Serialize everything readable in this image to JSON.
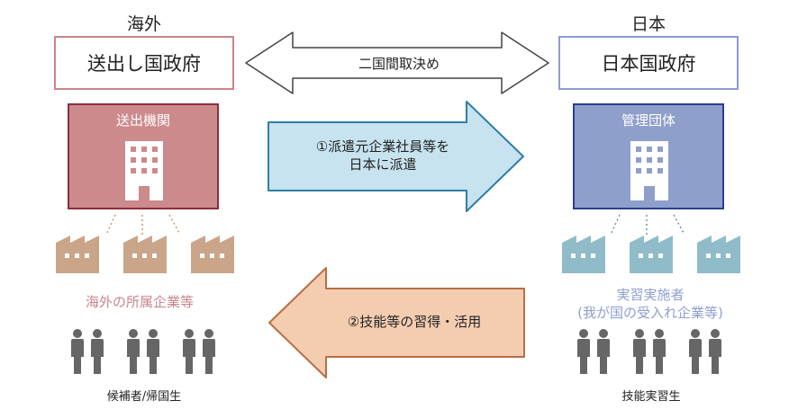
{
  "left": {
    "side_title": "海外",
    "gov_label": "送出し国政府",
    "org_label": "送出機関",
    "companies_label": "海外の所属企業等",
    "people_label": "候補者/帰国生",
    "colors": {
      "gov_border": "#c9848a",
      "org_fill": "#cc8a8c",
      "org_border": "#8e2e3b",
      "factory": "#caa58a",
      "caption": "#c9848a"
    }
  },
  "right": {
    "side_title": "日本",
    "gov_label": "日本国政府",
    "org_label": "管理団体",
    "companies_label_1": "実習実施者",
    "companies_label_2": "(我が国の受入れ企業等)",
    "people_label": "技能実習生",
    "colors": {
      "gov_border": "#8e9bd0",
      "org_fill": "#8e9fcc",
      "org_border": "#2d3e8e",
      "factory": "#8fbcc8",
      "caption": "#8e9fcc"
    }
  },
  "arrows": {
    "agreement_label": "二国間取決め",
    "dispatch_line1": "①派遣元企業社員等を",
    "dispatch_line2": "日本に派遣",
    "return_label": "②技能等の習得・活用",
    "colors": {
      "dispatch_fill": "#c7e3ef",
      "dispatch_border": "#2f7ea6",
      "return_fill": "#f4cdb1",
      "return_border": "#b76f43",
      "agreement_border": "#444444"
    }
  },
  "icons": {
    "building": "building-icon",
    "factory": "factory-icon",
    "people": "person-icon"
  }
}
